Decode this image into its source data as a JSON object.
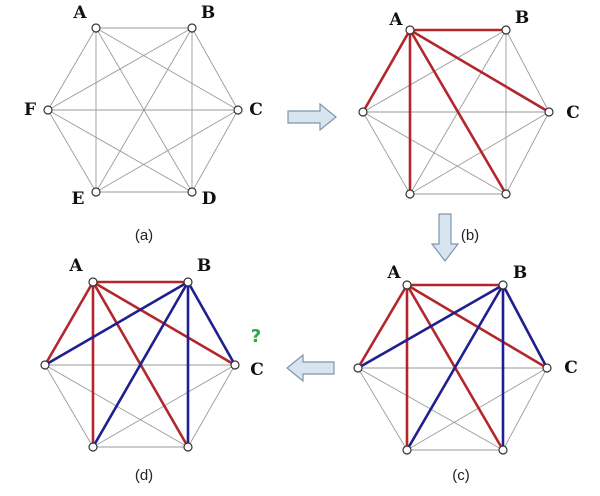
{
  "colors": {
    "base_edge": "#9a9a9a",
    "red": "#b3262b",
    "blue": "#1f1f8f",
    "question": "#2aa84a"
  },
  "vertices": [
    "A",
    "B",
    "C",
    "D",
    "E",
    "F"
  ],
  "panels": [
    {
      "id": "a",
      "caption": "(a)",
      "labels": [
        "A",
        "B",
        "C",
        "D",
        "E",
        "F"
      ],
      "red_edges": [],
      "blue_edges": [],
      "question": ""
    },
    {
      "id": "b",
      "caption": "(b)",
      "labels": [
        "A",
        "B",
        "C"
      ],
      "red_edges": [
        [
          "A",
          "B"
        ],
        [
          "A",
          "C"
        ],
        [
          "A",
          "D"
        ],
        [
          "A",
          "E"
        ],
        [
          "A",
          "F"
        ]
      ],
      "blue_edges": [],
      "question": ""
    },
    {
      "id": "c",
      "caption": "(c)",
      "labels": [
        "A",
        "B",
        "C"
      ],
      "red_edges": [
        [
          "A",
          "B"
        ],
        [
          "A",
          "C"
        ],
        [
          "A",
          "D"
        ],
        [
          "A",
          "E"
        ],
        [
          "A",
          "F"
        ]
      ],
      "blue_edges": [
        [
          "B",
          "F"
        ],
        [
          "B",
          "E"
        ],
        [
          "B",
          "D"
        ],
        [
          "B",
          "C"
        ]
      ],
      "question": ""
    },
    {
      "id": "d",
      "caption": "(d)",
      "labels": [
        "A",
        "B",
        "C"
      ],
      "red_edges": [
        [
          "A",
          "B"
        ],
        [
          "A",
          "C"
        ],
        [
          "A",
          "D"
        ],
        [
          "A",
          "E"
        ],
        [
          "A",
          "F"
        ]
      ],
      "blue_edges": [
        [
          "B",
          "F"
        ],
        [
          "B",
          "E"
        ],
        [
          "B",
          "D"
        ],
        [
          "B",
          "C"
        ]
      ],
      "question": "?"
    }
  ]
}
